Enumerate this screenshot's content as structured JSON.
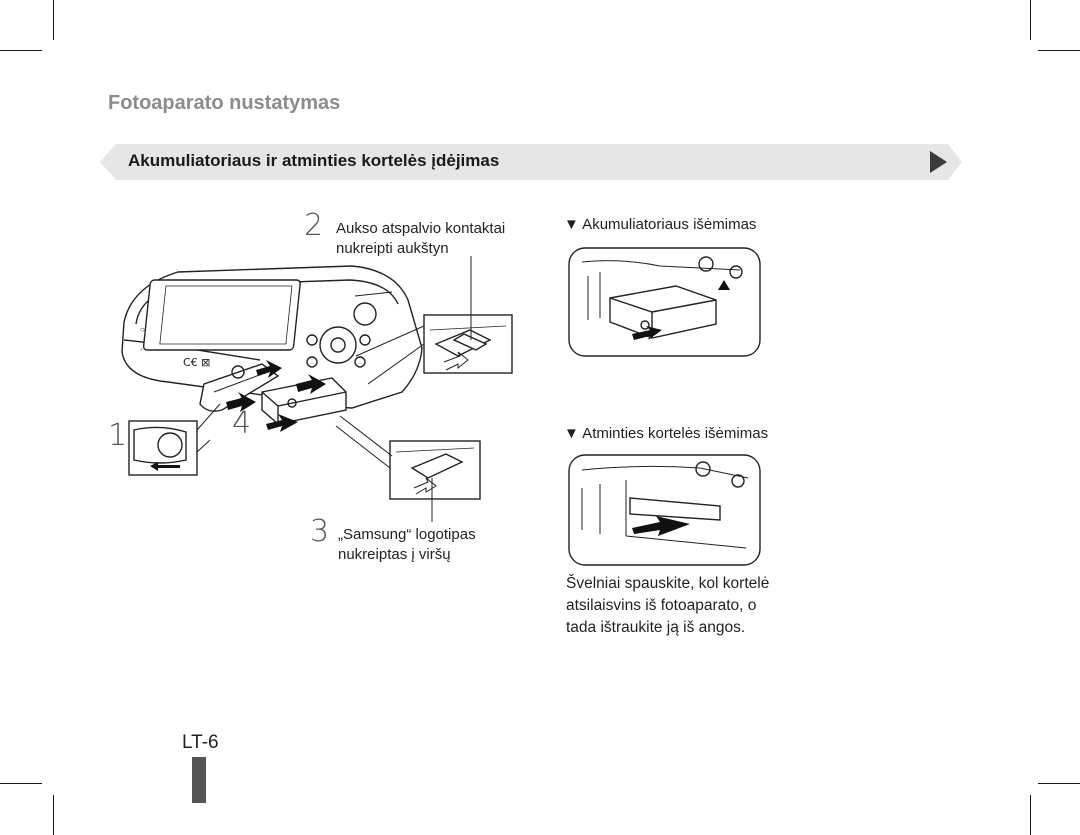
{
  "header": {
    "section_title": "Fotoaparato nustatymas",
    "banner_title": "Akumuliatoriaus ir atminties kortelės įdėjimas"
  },
  "steps": [
    {
      "number": "1",
      "caption": ""
    },
    {
      "number": "2",
      "caption_line1": "Aukso atspalvio kontaktai",
      "caption_line2": "nukreipti aukštyn"
    },
    {
      "number": "3",
      "caption_line1": "„Samsung“ logotipas",
      "caption_line2": "nukreiptas į viršų"
    },
    {
      "number": "4",
      "caption": ""
    }
  ],
  "right_column": {
    "battery_removal_heading": "▼ Akumuliatoriaus išėmimas",
    "card_removal_heading": "▼ Atminties kortelės išėmimas",
    "instruction_line1": "Švelniai spauskite, kol kortelė",
    "instruction_line2": "atsilaisvins iš fotoaparato, o",
    "instruction_line3": "tada ištraukite ją iš angos."
  },
  "footer": {
    "page_number": "LT-6"
  },
  "colors": {
    "section_title": "#8c8c8c",
    "banner_bg": "#e6e6e6",
    "text": "#231f20",
    "page_tab": "#555555"
  },
  "icons": [
    "play-arrow-icon",
    "arrow-icon",
    "camera-illustration",
    "battery-illustration",
    "memory-card-illustration"
  ]
}
